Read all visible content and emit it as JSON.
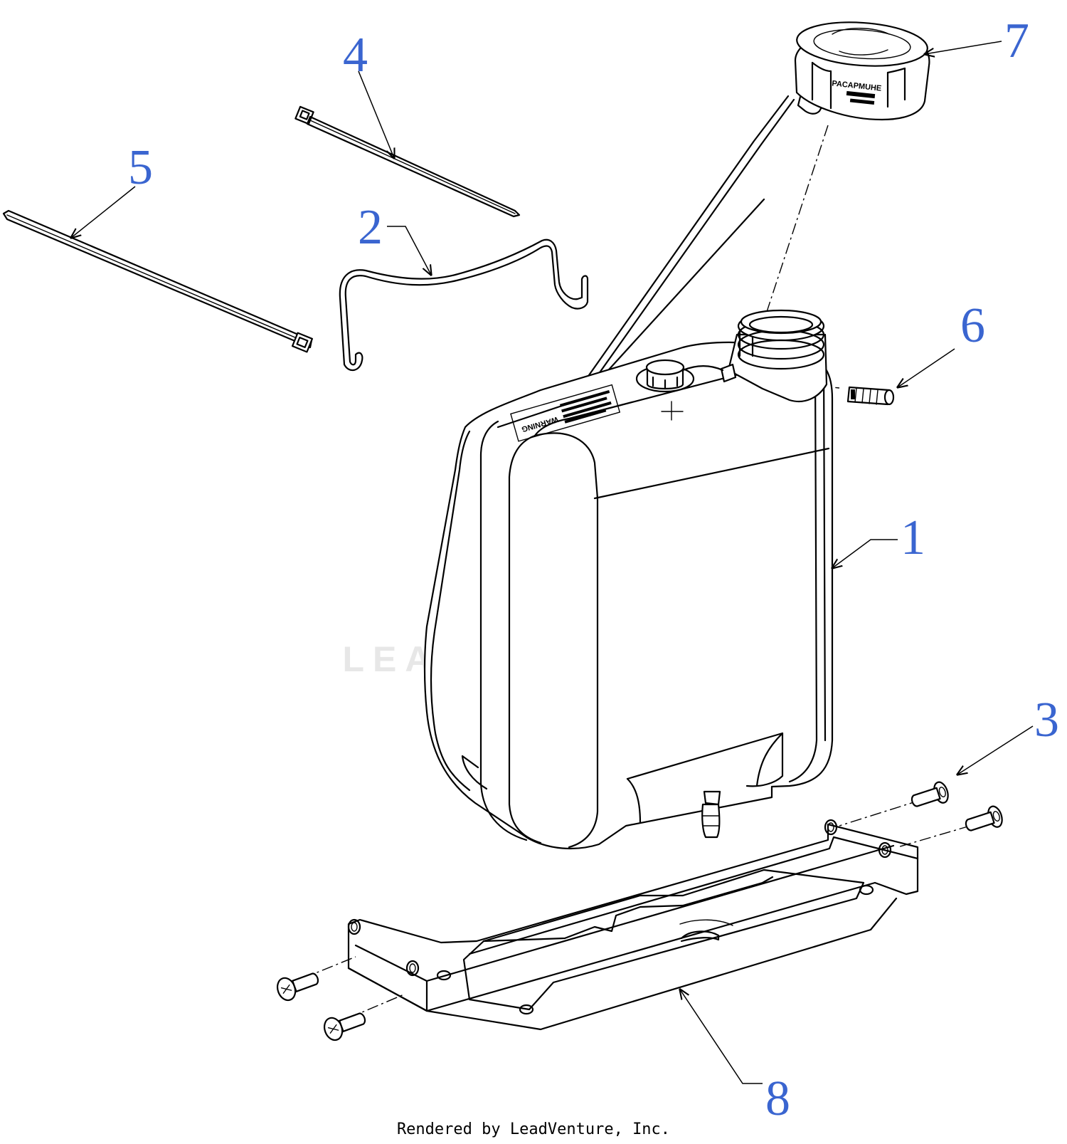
{
  "theme": {
    "callout_color": "#3a65d0",
    "line_color": "#000000",
    "watermark_color": "#e7e7e7"
  },
  "watermark": {
    "logo_icon": "flame-v-logo-icon",
    "text": "LEADVENTURE"
  },
  "decal": {
    "heading": "WARNING"
  },
  "cap_label": "PACAPMUHE",
  "callouts": [
    {
      "number": "1",
      "part": "tank"
    },
    {
      "number": "2",
      "part": "hose-clip"
    },
    {
      "number": "3",
      "part": "screw"
    },
    {
      "number": "4",
      "part": "cable-tie-short"
    },
    {
      "number": "5",
      "part": "cable-tie-long"
    },
    {
      "number": "6",
      "part": "fitting"
    },
    {
      "number": "7",
      "part": "fuel-cap"
    },
    {
      "number": "8",
      "part": "bracket"
    }
  ],
  "footer": {
    "text": "Rendered by LeadVenture, Inc."
  }
}
